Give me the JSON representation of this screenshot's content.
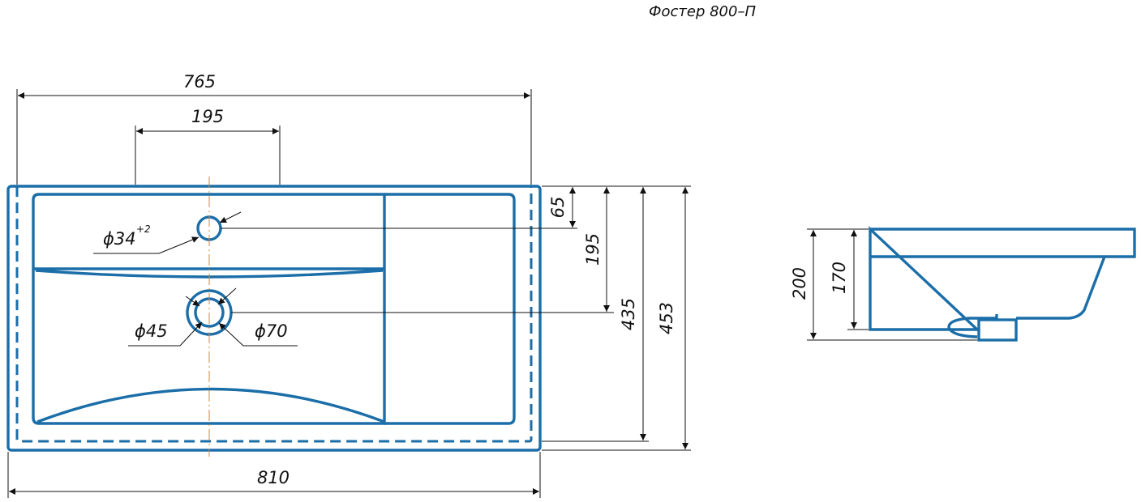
{
  "title": "Фостер 800–П",
  "dimensions": {
    "top_width": "765",
    "tap_spacing": "195",
    "bottom_width": "810",
    "tap_offset": "65",
    "drain_offset": "195",
    "inner_depth": "435",
    "total_depth": "453",
    "tap_hole": "ϕ34",
    "tap_hole_tolerance": "+2",
    "drain_inner": "ϕ45",
    "drain_outer": "ϕ70",
    "side_height": "200",
    "side_bowl_height": "170"
  },
  "colors": {
    "outline": "#1b6ea8",
    "dimension_lines": "#111111",
    "center_line": "#d08a3c"
  }
}
